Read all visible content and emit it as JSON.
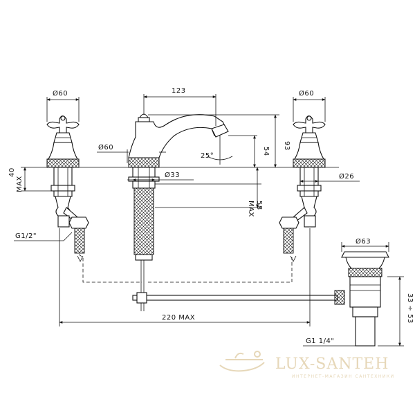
{
  "dimensions": {
    "left_handle_dia": "Ø60",
    "right_handle_dia": "Ø60",
    "spout_reach": "123",
    "total_height": "93",
    "spout_height": "54",
    "spout_angle": "25°",
    "spout_base_dia": "Ø60",
    "center_shank_dia": "Ø33",
    "side_shank_dia": "Ø26",
    "side_max_thickness": "40",
    "side_max_label": "MAX",
    "center_max_thickness": "58",
    "center_max_label": "MAX",
    "inlet_thread": "G1/2\"",
    "overall_width": "220 MAX",
    "waste_dia": "Ø63",
    "waste_height": "33 ÷ 53",
    "waste_thread": "G1 1/4\""
  },
  "watermark": {
    "brand": "LUX-SANTEH",
    "tagline": "ИНТЕРНЕТ-МАГАЗИН САНТЕХНИКИ"
  },
  "colors": {
    "line": "#111111",
    "watermark": "#e6d7b8"
  }
}
